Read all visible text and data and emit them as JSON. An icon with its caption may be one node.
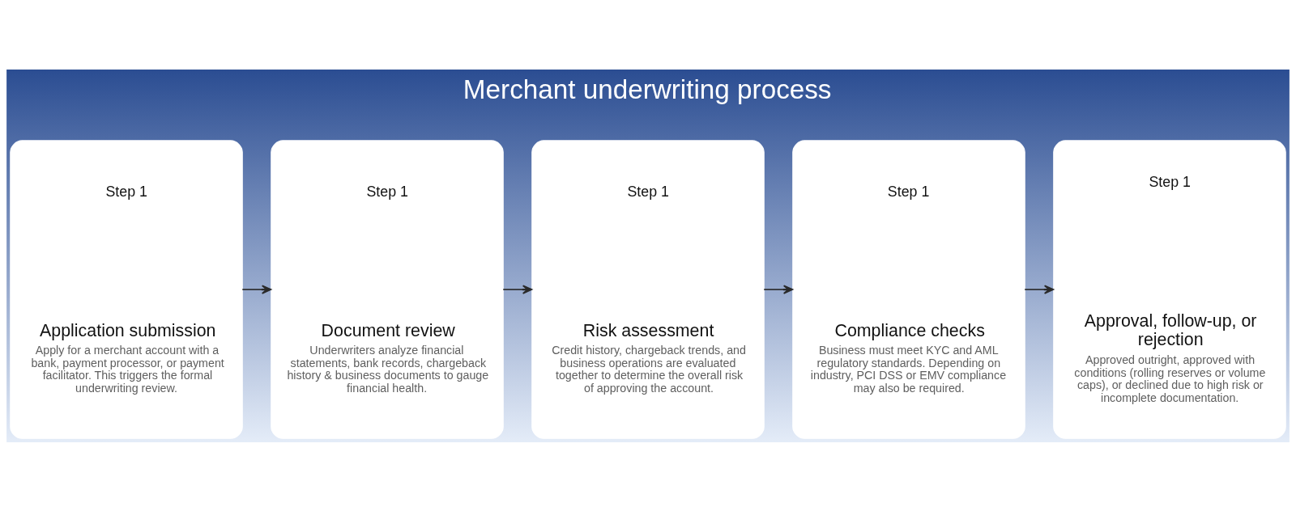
{
  "diagram": {
    "title": "Merchant underwriting process",
    "nodes": [
      {
        "text": [
          "Step 1",
          "Application submission",
          "Apply for a merchant account with a bank, payment processor, or payment facilitator. This triggers the formal underwriting review."
        ]
      },
      {
        "text": [
          "Step 1",
          "Document review",
          "Underwriters analyze financial statements, bank records, chargeback history & business documents to gauge financial health."
        ]
      },
      {
        "text": [
          "Step 1",
          "Risk assessment",
          "Credit history, chargeback trends, and business operations are evaluated together to determine the overall risk of approving the account."
        ]
      },
      {
        "text": [
          "Step 1",
          "Compliance checks",
          "Business must meet KYC and AML regulatory standards. Depending on industry, PCI DSS or EMV compliance may also be required."
        ]
      },
      {
        "text": [
          "Step 1",
          "Approval, follow-up, or rejection",
          "Approved outright, approved with conditions (rolling reserves or volume caps), or declined due to high risk or incomplete documentation."
        ]
      }
    ],
    "edges": [
      {
        "from": 0,
        "to": 1,
        "arrow": "to"
      },
      {
        "from": 1,
        "to": 2,
        "arrow": "to"
      },
      {
        "from": 2,
        "to": 3,
        "arrow": "to"
      },
      {
        "from": 3,
        "to": 4,
        "arrow": "to"
      }
    ]
  }
}
